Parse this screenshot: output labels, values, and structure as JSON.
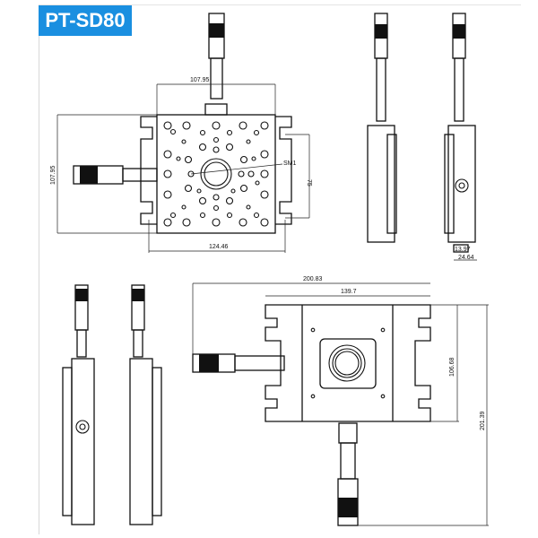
{
  "title": "PT-SD80",
  "top_view": {
    "width_top": "107.95",
    "height_left": "107.95",
    "slot_spacing": "75",
    "thread_label": "SM1",
    "mount_width": "124.46"
  },
  "side_view": {
    "thickness_small": "13.97",
    "thickness_total": "24.64"
  },
  "bottom_view": {
    "overall_width": "200.83",
    "plate_width": "139.7",
    "plate_height": "106.68",
    "overall_height": "201.39"
  }
}
